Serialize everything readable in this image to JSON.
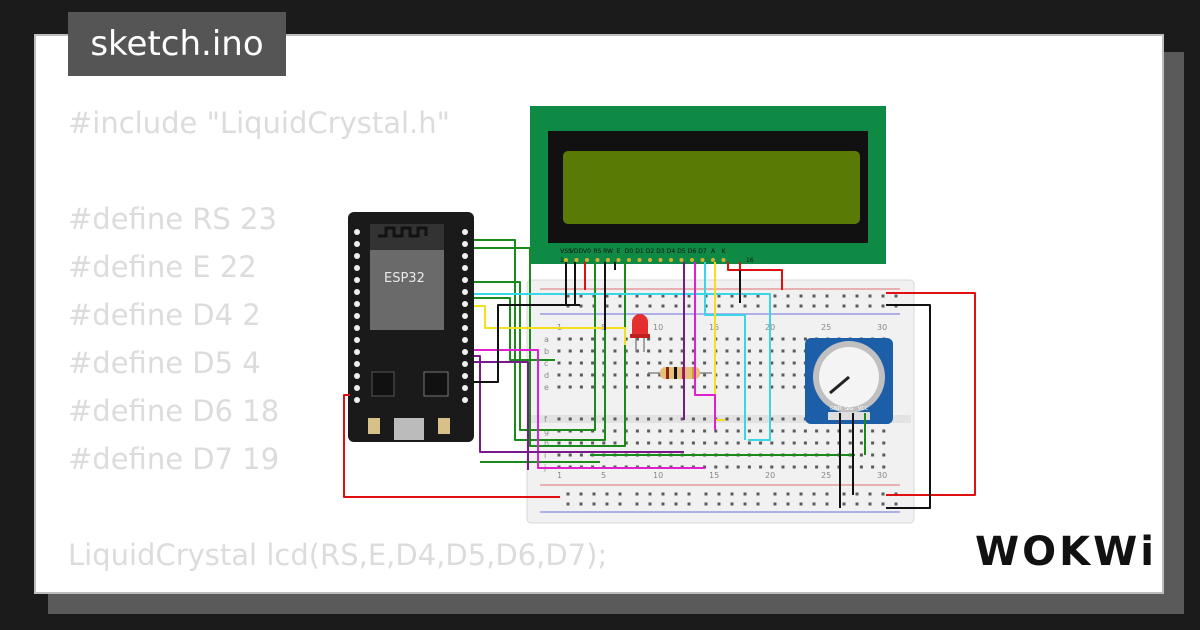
{
  "title": "sketch.ino",
  "code": [
    "#include \"LiquidCrystal.h\"",
    "#define RS 23",
    "#define E 22",
    "#define D4 2",
    "#define D5 4",
    "#define D6 18",
    "#define D7 19",
    "LiquidCrystal lcd(RS,E,D4,D5,D6,D7);"
  ],
  "esp32": {
    "label": "ESP32"
  },
  "lcd": {
    "pins": [
      "VSS",
      "VDD",
      "V0",
      "RS",
      "RW",
      "E",
      "D0",
      "D1",
      "D2",
      "D3",
      "D4",
      "D5",
      "D6",
      "D7",
      "A",
      "K"
    ],
    "pin_first": "1",
    "pin_last": "16"
  },
  "breadboard": {
    "col_numbers": [
      "1",
      "5",
      "10",
      "15",
      "20",
      "25",
      "30"
    ],
    "row_letters_top": [
      "a",
      "b",
      "c",
      "d",
      "e"
    ],
    "row_letters_bottom": [
      "f",
      "g",
      "h",
      "i",
      "j"
    ]
  },
  "potentiometer": {
    "pins": [
      "GND",
      "SIG",
      "VCC"
    ]
  },
  "logo": "WOKWi",
  "colors": {
    "background": "#1b1b1b",
    "card": "#ffffff",
    "title_tab": "#555555",
    "code_text": "#dcdcdc",
    "lcd_board": "#0f8a45",
    "lcd_screen": "#5a7a06",
    "esp32_board": "#1a1a1a",
    "wire_green": "#1a8a1a",
    "wire_cyan": "#39d6e8",
    "wire_yellow": "#f2e01a",
    "wire_magenta": "#e020d0",
    "wire_purple": "#7a1a8a",
    "wire_red": "#e01010",
    "wire_black": "#111111"
  }
}
